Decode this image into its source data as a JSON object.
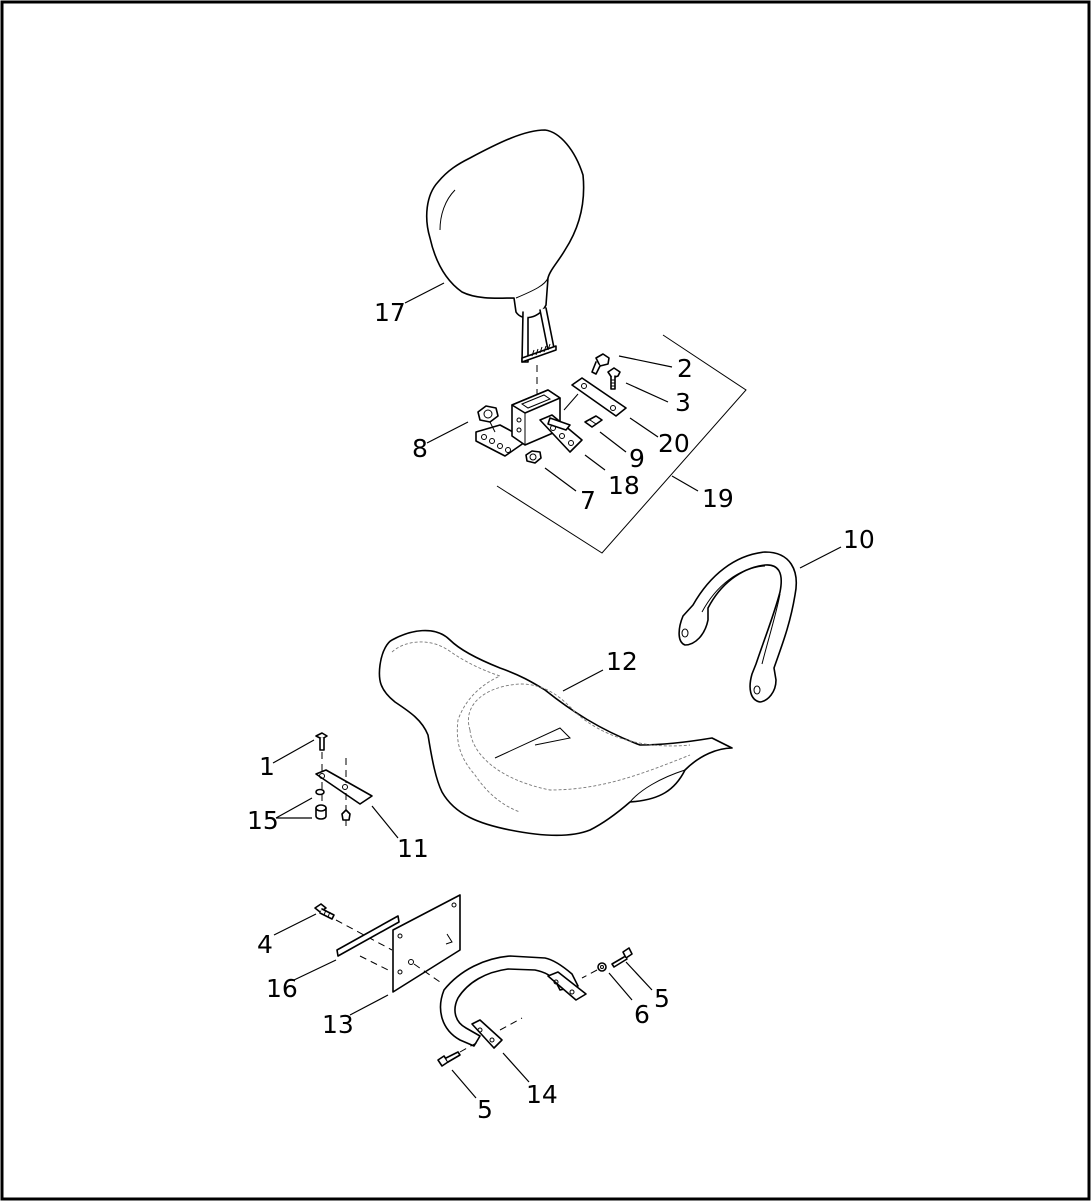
{
  "diagram": {
    "callouts": {
      "c1": "1",
      "c2": "2",
      "c3": "3",
      "c4": "4",
      "c5a": "5",
      "c5b": "5",
      "c6": "6",
      "c7": "7",
      "c8": "8",
      "c9": "9",
      "c10": "10",
      "c11": "11",
      "c12": "12",
      "c13": "13",
      "c14": "14",
      "c15": "15",
      "c16": "16",
      "c17": "17",
      "c18": "18",
      "c19": "19",
      "c20": "20"
    }
  }
}
